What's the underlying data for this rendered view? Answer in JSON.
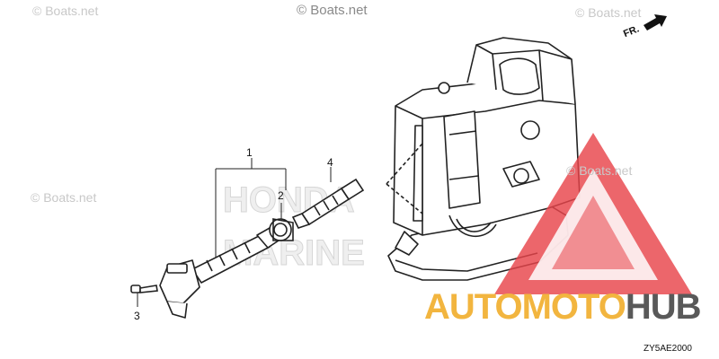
{
  "watermark": {
    "text": "© Boats.net"
  },
  "callouts": {
    "c1": "1",
    "c2": "2",
    "c3": "3",
    "c4": "4"
  },
  "direction": {
    "label": "FR."
  },
  "brand": {
    "part_a": "AUTOMOTO",
    "part_b": "HUB",
    "accent_color": "#f2b53f",
    "dark_color": "#595959"
  },
  "logo_mark": {
    "color": "#e8444a"
  },
  "diagram_code": "ZY5AE2000"
}
